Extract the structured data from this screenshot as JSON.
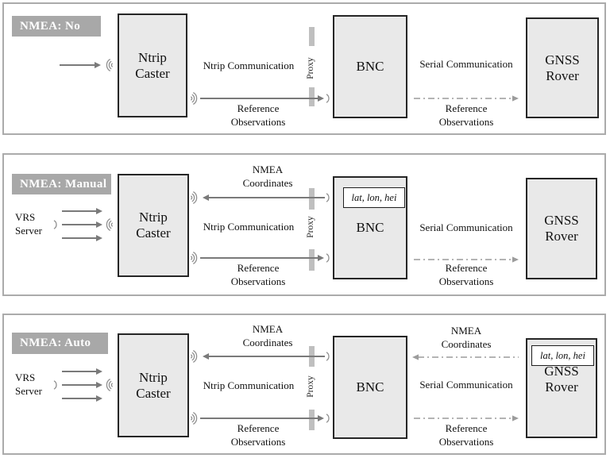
{
  "panels": [
    {
      "badge": "NMEA: No",
      "ntrip_caster": "Ntrip Caster",
      "bnc": "BNC",
      "gnss_rover": "GNSS Rover",
      "proxy": "Proxy",
      "ntrip_communication": "Ntrip Communication",
      "serial_communication": "Serial Communication",
      "reference_observations": "Reference Observations"
    },
    {
      "badge": "NMEA: Manual",
      "vrs_server": "VRS Server",
      "ntrip_caster": "Ntrip Caster",
      "bnc": "BNC",
      "gnss_rover": "GNSS Rover",
      "proxy": "Proxy",
      "nmea_coordinates": "NMEA Coordinates",
      "ntrip_communication": "Ntrip Communication",
      "serial_communication": "Serial Communication",
      "reference_observations": "Reference Observations",
      "lat_lon_hei": "lat, lon, hei"
    },
    {
      "badge": "NMEA: Auto",
      "vrs_server": "VRS Server",
      "ntrip_caster": "Ntrip Caster",
      "bnc": "BNC",
      "gnss_rover": "GNSS Rover",
      "proxy": "Proxy",
      "nmea_coordinates": "NMEA Coordinates",
      "ntrip_communication": "Ntrip Communication",
      "serial_communication": "Serial Communication",
      "reference_observations": "Reference Observations",
      "lat_lon_hei": "lat, lon, hei"
    }
  ],
  "colors": {
    "badge_bg": "#a8a8a8",
    "badge_text": "#ffffff",
    "box_fill": "#e9e9e9",
    "box_border": "#262626",
    "panel_border": "#ababab",
    "solid_arrow": "#7a7a7a",
    "dash_dot_arrow": "#9c9c9c",
    "proxy_bar": "#bfbfbf"
  }
}
